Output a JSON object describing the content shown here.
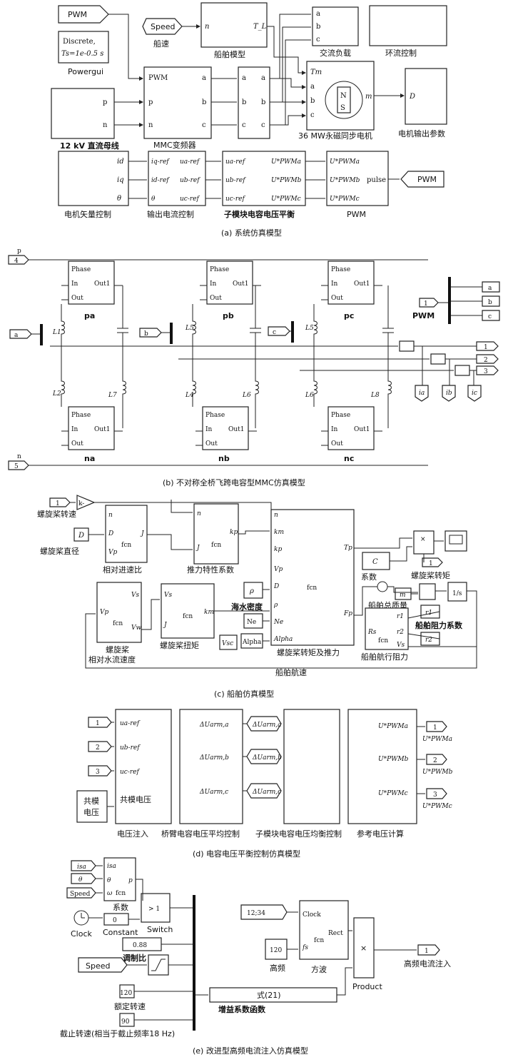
{
  "a": {
    "pwm_in": "PWM",
    "speed_in": "Speed",
    "speed_in_port": "n",
    "chuansu": "船速",
    "ship_model": "船舶模型",
    "ship_model_port": "T_L",
    "ac_load_ports": [
      "a",
      "b",
      "c"
    ],
    "ac_load": "交流负载",
    "loop_ctrl": "环流控制",
    "discrete": "Discrete,",
    "ts": "Ts=1e-0.5 s",
    "powergui": "Powergui",
    "dc_ports": [
      "p",
      "n"
    ],
    "dc_bus": "12 kV 直流母线",
    "mmc_in": [
      "PWM",
      "p",
      "n"
    ],
    "mmc_out": [
      "a",
      "b",
      "c"
    ],
    "mmc": "MMC变频器",
    "mid_in": [
      "a",
      "b",
      "c"
    ],
    "mid_out": [
      "a",
      "b",
      "c"
    ],
    "motor_in": [
      "Tm",
      "a",
      "b",
      "c"
    ],
    "motor_ns": [
      "N",
      "S"
    ],
    "motor_out": "m",
    "motor": "36 MW永磁同步电机",
    "out_param_port": "D",
    "out_param": "电机输出参数",
    "vec_ports": [
      "id",
      "iq",
      "θ"
    ],
    "vec_ctrl": "电机矢量控制",
    "cur_in": [
      "iq-ref",
      "id-ref",
      "θ"
    ],
    "cur_out": [
      "ua-ref",
      "ub-ref",
      "uc-ref"
    ],
    "cur_ctrl": "输出电流控制",
    "bal_in": [
      "ua-ref",
      "ub-ref",
      "uc-ref"
    ],
    "bal_out": [
      "U*PWMa",
      "U*PWMb",
      "U*PWMc"
    ],
    "bal": "子模块电容电压平衡",
    "pwm_blk_in": [
      "U*PWMa",
      "U*PWMb",
      "U*PWMc"
    ],
    "pwm_blk_out": "pulse",
    "pwm_blk": "PWM",
    "pwm_out": "PWM",
    "caption": "(a) 系统仿真模型"
  },
  "b": {
    "port_p": "4",
    "port_p_lbl": "p",
    "port_n": "5",
    "port_n_lbl": "n",
    "phase_ports": [
      "Phase",
      "In",
      "Out",
      "Out1"
    ],
    "upper": [
      "pa",
      "pb",
      "pc"
    ],
    "lower": [
      "na",
      "nb",
      "nc"
    ],
    "phase_in": [
      "a",
      "b",
      "c"
    ],
    "ind": [
      "L1",
      "L2",
      "L3",
      "L4",
      "L5",
      "L6",
      "L7",
      "L8"
    ],
    "pwm_port": "1",
    "pwm_lbl": "PWM",
    "pwm_outs": [
      "a",
      "b",
      "c"
    ],
    "outs": [
      "1",
      "2",
      "3"
    ],
    "currents": [
      "ia",
      "ib",
      "ic"
    ],
    "caption": "(b) 不对称全桥飞跨电容型MMC仿真模型"
  },
  "c": {
    "in_port": "1",
    "gain": "k-",
    "prop_speed": "螺旋桨转速",
    "D_const": "D",
    "prop_dia": "螺旋桨直径",
    "fcn": "fcn",
    "adv_ports": [
      "n",
      "D",
      "Vp",
      "J"
    ],
    "adv": "相对进速比",
    "thr_ports": [
      "n",
      "J",
      "kp"
    ],
    "thr": "推力特性系数",
    "main_in": [
      "n",
      "km",
      "kp",
      "Vp",
      "D",
      "ρ",
      "Ne",
      "Alpha"
    ],
    "main_out": [
      "Tp",
      "Fp"
    ],
    "main": "螺旋桨转矩及推力",
    "rho": "ρ",
    "sea": "海水密度",
    "ne_c": "Ne",
    "alpha_c": "Alpha",
    "vsc": "Vsc",
    "rv_ports": [
      "Vs",
      "Vp",
      "Vw"
    ],
    "rv1": "螺旋桨",
    "rv2": "相对水流速度",
    "tq_ports": [
      "Vs",
      "J",
      "km"
    ],
    "tq": "螺旋桨扭矩",
    "C": "C",
    "coef": "系数",
    "out1": "1",
    "torque": "螺旋桨转矩",
    "m": "m",
    "mass": "船舶总质量",
    "integ": "1/s",
    "res_ports": [
      "r1",
      "Rs",
      "r2",
      "Vs"
    ],
    "res": "船舶航行阻力",
    "r1": "r1",
    "r2": "r2",
    "res_coef": "船舶阻力系数",
    "ship_speed": "船舶航速",
    "caption": "(c) 船舶仿真模型"
  },
  "d": {
    "ins": [
      "1",
      "2",
      "3"
    ],
    "in_labels": [
      "ua-ref",
      "ub-ref",
      "uc-ref"
    ],
    "cm": [
      "共模",
      "电压"
    ],
    "cm_port": "共模电压",
    "inj": "电压注入",
    "arm": [
      "ΔUarm,a",
      "ΔUarm,b",
      "ΔUarm,c"
    ],
    "arm_ctrl": "桥臂电容电压平均控制",
    "sub_ctrl": "子模块电容电压均衡控制",
    "ref_out": [
      "U*PWMa",
      "U*PWMb",
      "U*PWMc"
    ],
    "ref": "参考电压计算",
    "outs": [
      "1",
      "2",
      "3"
    ],
    "caption": "(d) 电容电压平衡控制仿真模型"
  },
  "e": {
    "isa": "isa",
    "theta": "θ",
    "speed": "Speed",
    "fcn_ports": [
      "isa",
      "θ",
      "ω",
      "p"
    ],
    "fcn": "fcn",
    "coef": "系数",
    "clock": "Clock",
    "const_val": "0",
    "constant": "Constant",
    "sw": "Switch",
    "sw_lbl": "> 1",
    "mod": "0.88",
    "mod_lbl": "调制比",
    "speed2": "Speed",
    "rated": "120",
    "rated_lbl": "额定转速",
    "cut": "90",
    "cut_lbl": "截止转速(相当于截止频率18 Hz)",
    "eq": "式(21)",
    "gain_fn": "增益系数函数",
    "clk_val": "12;34",
    "hf_val": "120",
    "hf": "高频",
    "sq_ports": [
      "Clock",
      "fs",
      "Rect"
    ],
    "sq": "方波",
    "prod": "Product",
    "out": "1",
    "out_lbl": "高频电流注入",
    "caption": "(e) 改进型高频电流注入仿真模型"
  }
}
